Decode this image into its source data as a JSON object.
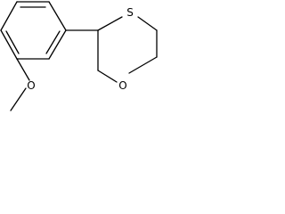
{
  "molecule": {
    "atoms": {
      "sulfur": "S",
      "ring_oxygen": "O",
      "methoxy_oxygen": "O"
    }
  }
}
